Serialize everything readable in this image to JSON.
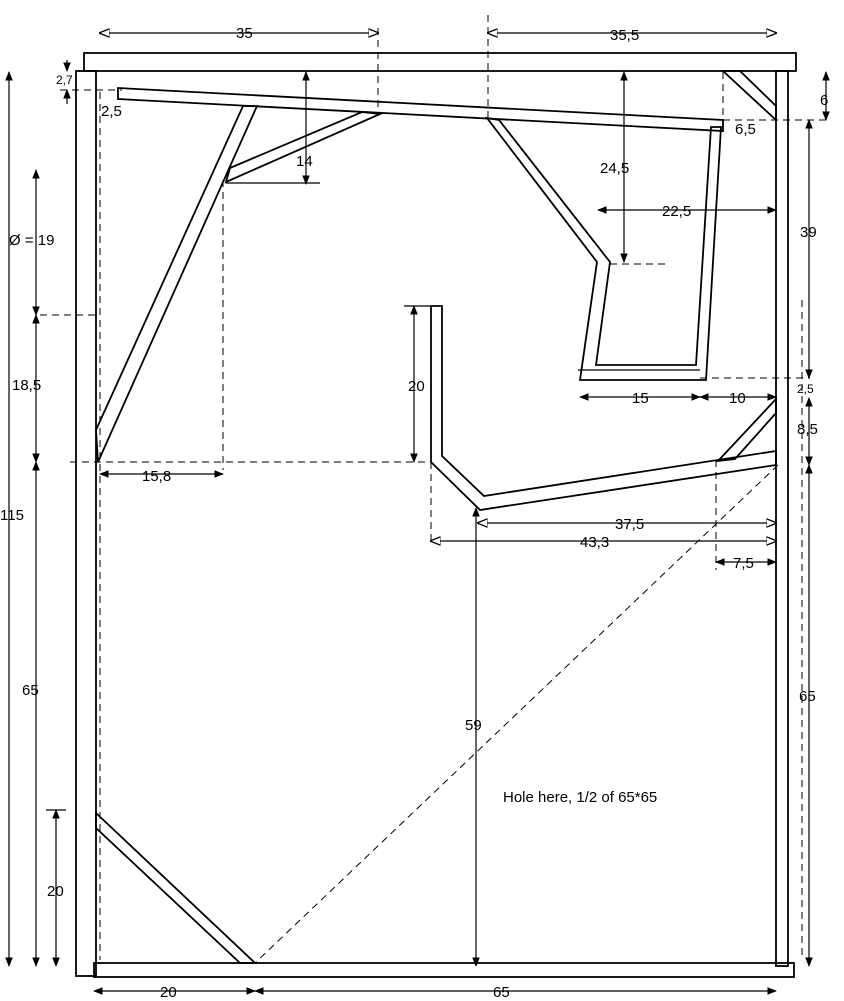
{
  "dimensions": {
    "top_left_width": "35",
    "top_right_width": "35,5",
    "top_gap": "2,7",
    "top_slope_left": "2,5",
    "brace_drop": "14",
    "diameter": "Ø = 19",
    "left_18": "18,5",
    "left_15_8": "15,8",
    "left_total": "115",
    "left_65": "65",
    "left_20": "20",
    "bottom_20": "20",
    "bottom_65": "65",
    "right_6": "6",
    "right_6_5": "6,5",
    "right_39": "39",
    "right_2_5": "2,5",
    "right_8_5": "8,5",
    "right_65": "65",
    "upper_24_5": "24,5",
    "upper_22_5": "22,5",
    "upper_15": "15",
    "upper_10": "10",
    "center_20": "20",
    "center_37_5": "37,5",
    "center_43_3": "43,3",
    "center_7_5": "7,5",
    "center_59": "59"
  },
  "note": "Hole here, 1/2 of 65*65"
}
